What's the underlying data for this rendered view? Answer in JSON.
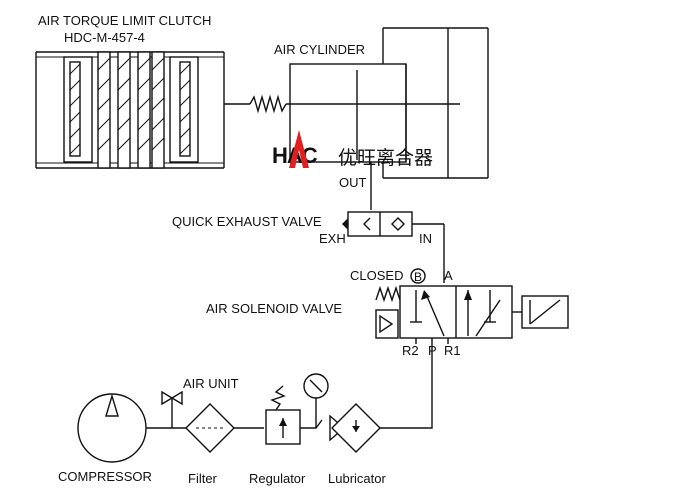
{
  "clutch": {
    "title": "AIR TORQUE LIMIT CLUTCH",
    "model": "HDC-M-457-4"
  },
  "cylinder": {
    "label": "AIR CYLINDER"
  },
  "logo": {
    "mark": "HAC",
    "text": "优旺离合器",
    "accent_color": "#e02020"
  },
  "quick_exhaust": {
    "label": "QUICK EXHAUST VALVE",
    "out": "OUT",
    "exh": "EXH",
    "in": "IN"
  },
  "solenoid": {
    "label": "AIR SOLENOID VALVE",
    "closed": "CLOSED",
    "closed_mark": "B",
    "port_a": "A",
    "port_r2": "R2",
    "port_p": "P",
    "port_r1": "R1"
  },
  "air_unit": {
    "label": "AIR UNIT"
  },
  "compressor": {
    "label": "COMPRESSOR"
  },
  "filter": {
    "label": "Filter"
  },
  "regulator": {
    "label": "Regulator"
  },
  "lubricator": {
    "label": "Lubricator"
  }
}
